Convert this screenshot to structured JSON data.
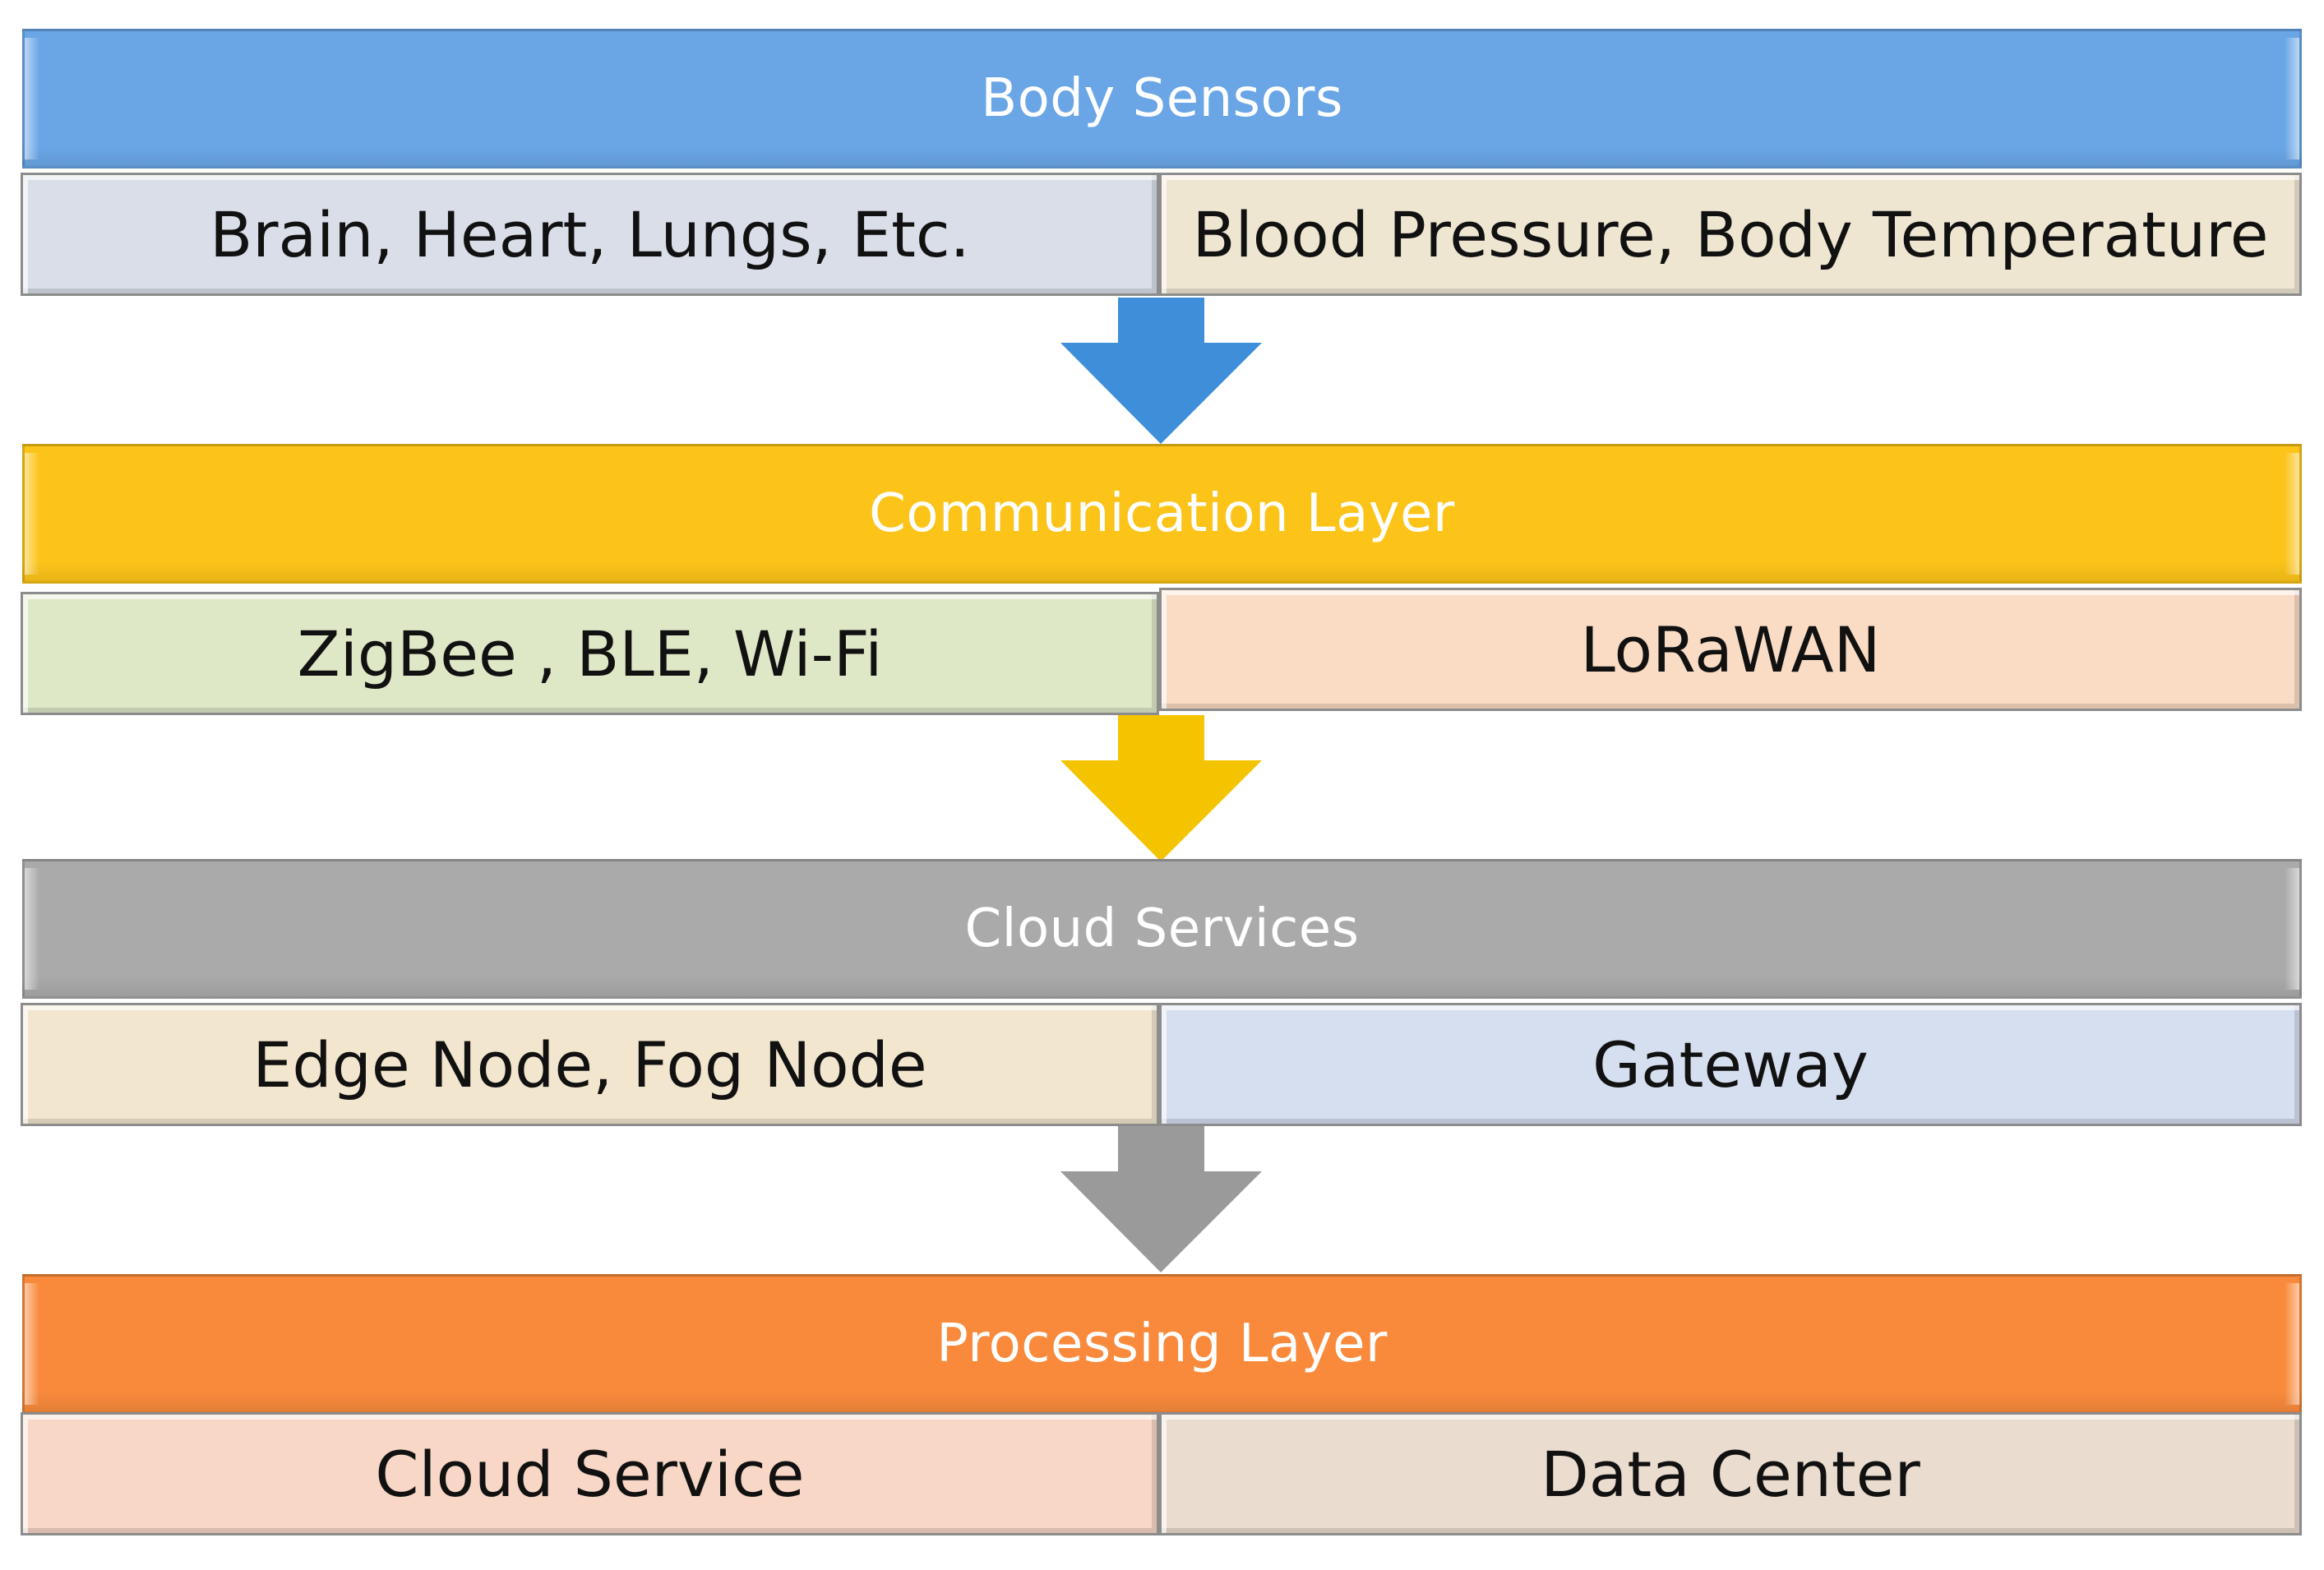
{
  "layers": [
    {
      "title": "Body Sensors",
      "header_color": "#6aa6e6",
      "arrow_color": "#3f8ed9",
      "cells": [
        {
          "label": "Brain, Heart, Lungs, Etc.",
          "color": "#d9dee8"
        },
        {
          "label": "Blood Pressure, Body Temperature",
          "color": "#efe6d2"
        }
      ]
    },
    {
      "title": "Communication Layer",
      "header_color": "#fcc419",
      "arrow_color": "#f5c400",
      "cells": [
        {
          "label": "ZigBee , BLE, Wi-Fi",
          "color": "#dfe8c6"
        },
        {
          "label": "LoRaWAN",
          "color": "#fadcc4"
        }
      ]
    },
    {
      "title": "Cloud Services",
      "header_color": "#aaaaaa",
      "arrow_color": "#9a9a9a",
      "cells": [
        {
          "label": "Edge Node, Fog Node",
          "color": "#f3e6cf"
        },
        {
          "label": "Gateway",
          "color": "#d5dfef"
        }
      ]
    },
    {
      "title": "Processing Layer",
      "header_color": "#f98a3c",
      "cells": [
        {
          "label": "Cloud Service",
          "color": "#f8d7c6"
        },
        {
          "label": "Data Center",
          "color": "#eadccf"
        }
      ]
    }
  ]
}
